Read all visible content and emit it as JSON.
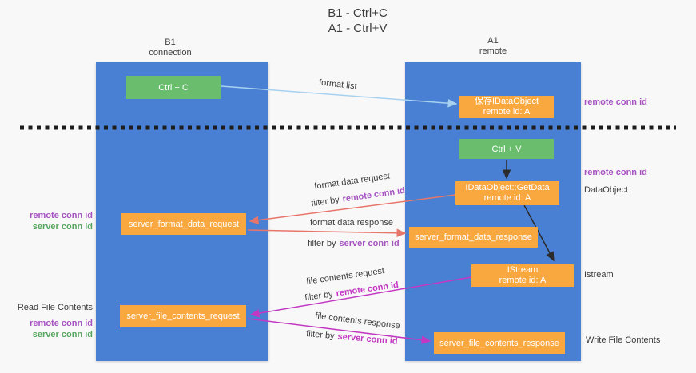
{
  "title": {
    "line1": "B1 - Ctrl+C",
    "line2": "A1 - Ctrl+V"
  },
  "lanes": {
    "left": {
      "name": "B1",
      "subtitle": "connection"
    },
    "right": {
      "name": "A1",
      "subtitle": "remote"
    }
  },
  "nodes": {
    "ctrl_c": {
      "label": "Ctrl + C"
    },
    "ctrl_v": {
      "label": "Ctrl + V"
    },
    "save_idataobject": {
      "line1": "保存IDataObject",
      "line2": "remote id: A"
    },
    "idataobject_getdata": {
      "line1": "IDataObject::GetData",
      "line2": "remote id: A"
    },
    "istream": {
      "line1": "IStream",
      "line2": "remote id: A"
    },
    "server_format_data_request": {
      "label": "server_format_data_request"
    },
    "server_format_data_response": {
      "label": "server_format_data_response"
    },
    "server_file_contents_request": {
      "label": "server_file_contents_request"
    },
    "server_file_contents_response": {
      "label": "server_file_contents_response"
    }
  },
  "edge_labels": {
    "format_list": "format list",
    "format_data_request": "format data request",
    "format_data_response": "format data response",
    "file_contents_request": "file contents request",
    "file_contents_response": "file contents response",
    "filter_by": "filter by",
    "remote_conn_id": "remote conn id",
    "server_conn_id": "server conn id"
  },
  "side_labels": {
    "remote_conn_id": "remote conn id",
    "server_conn_id": "server conn id",
    "dataobject": "DataObject",
    "istream": "Istream",
    "read_file_contents": "Read File Contents",
    "write_file_contents": "Write File Contents"
  },
  "colors": {
    "lane_blue": "#4a80d3",
    "node_green": "#69bd6d",
    "node_orange": "#f9a840",
    "purple_label": "#a653c1",
    "green_label": "#55a55e",
    "magenta_arrow": "#c338c3",
    "salmon_arrow": "#e8756a",
    "light_blue_arrow": "#a7d1ef",
    "dashed_line": "#1d1d1d"
  }
}
